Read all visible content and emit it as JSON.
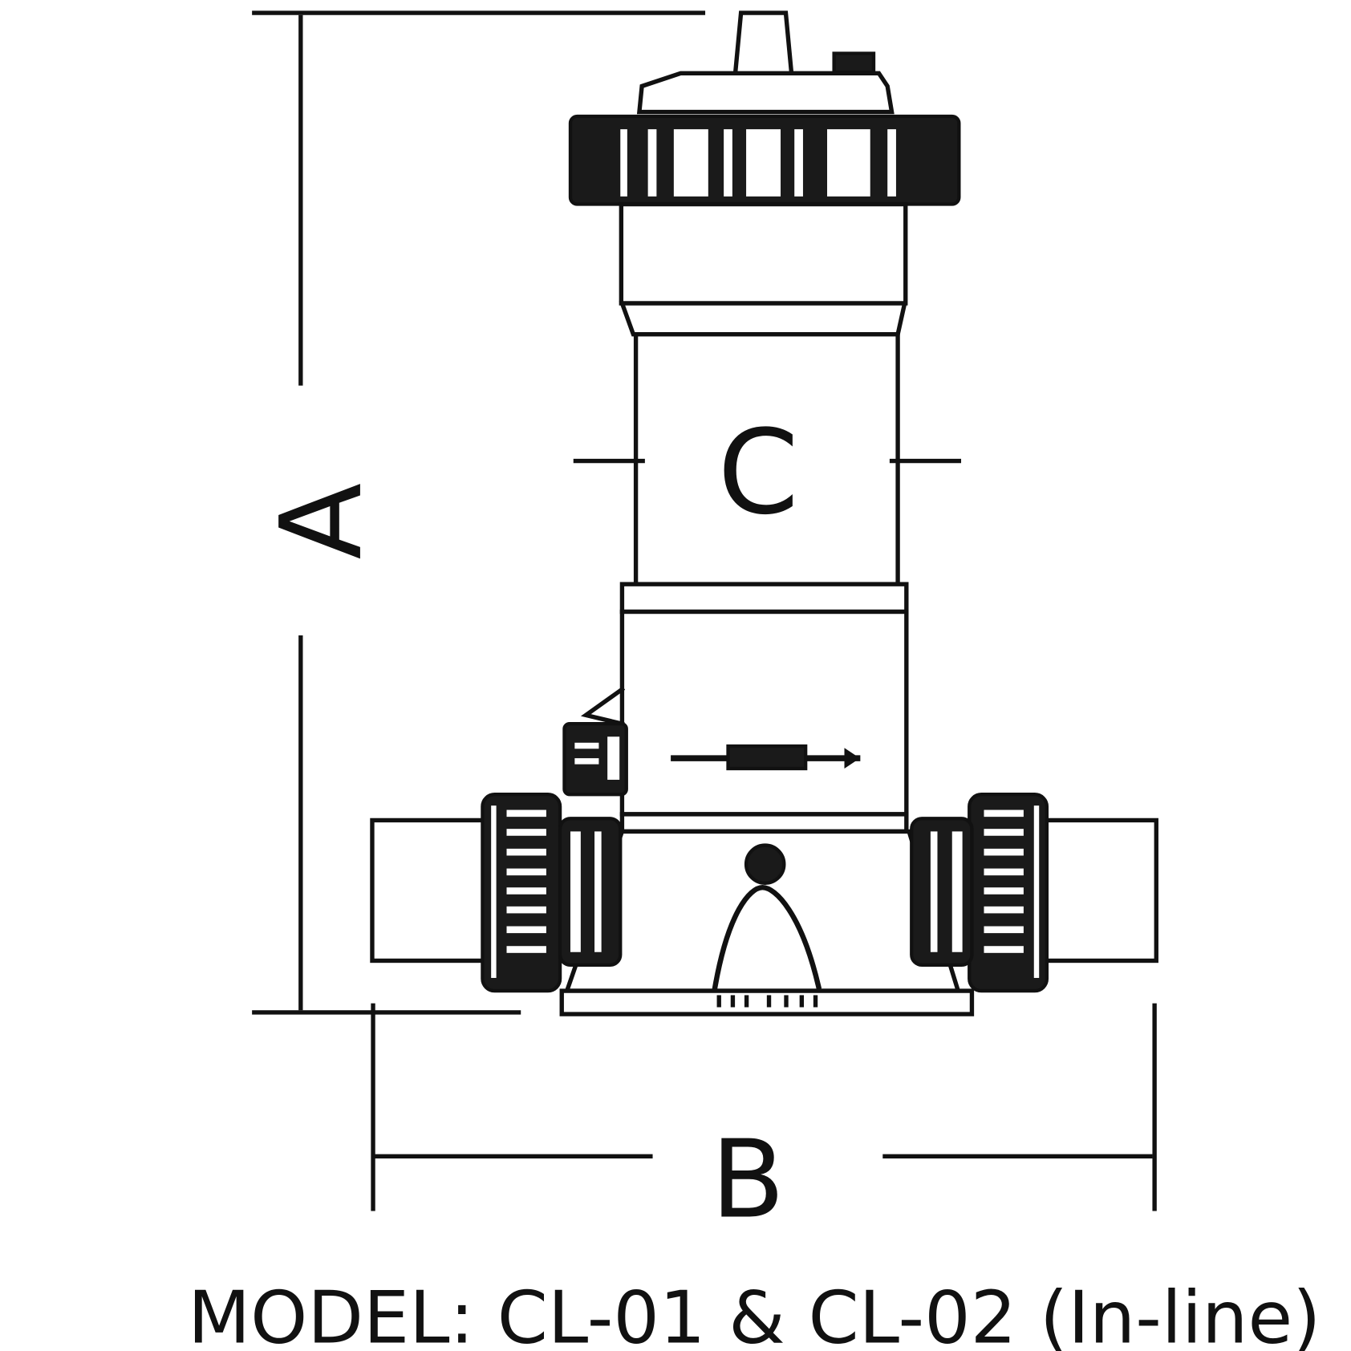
{
  "labels": {
    "dimension_a": "A",
    "dimension_b": "B",
    "dimension_c": "C"
  },
  "caption": "MODEL: CL-01 & CL-02 (In-line)",
  "colors": {
    "line": "#111111",
    "background": "#ffffff"
  }
}
